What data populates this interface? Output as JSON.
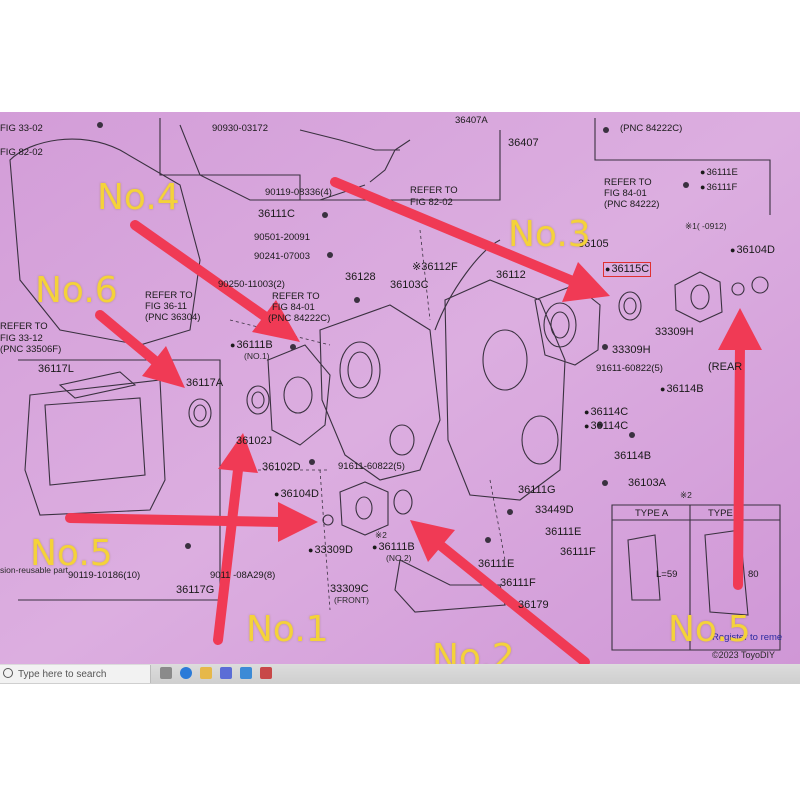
{
  "callouts": [
    "No.4",
    "No.3",
    "No.6",
    "No.5",
    "No.1",
    "No.2",
    "No.5"
  ],
  "part_labels": {
    "p90930": "90930-03172",
    "p36407a": "36407A",
    "p36407": "36407",
    "p90119_08336": "90119-08336(4)",
    "p36111c": "36111C",
    "p90501": "90501-20091",
    "p90241": "90241-07003",
    "p36128": "36128",
    "p36112f": "※36112F",
    "p36112": "36112",
    "p36105": "36105",
    "p36115c": "36115C",
    "p36104d_r": "36104D",
    "p36111e_tr": "36111E",
    "p36111f_tr": "36111F",
    "p90250": "90250-11003(2)",
    "p36103c": "36103C",
    "p36111b_1": "36111B",
    "no1": "(NO.1)",
    "p36117l": "36117L",
    "p36117a": "36117A",
    "p36102j": "36102J",
    "p36102d": "36102D",
    "p91611_a": "91611-60822(5)",
    "p91611_b": "91611-60822(5)",
    "p36114b_1": "36114B",
    "p36114c_1": "36114C",
    "p36114c_2": "36114C",
    "p36114b_2": "36114B",
    "p33309h_1": "33309H",
    "p33309h_2": "33309H",
    "p36104d_l": "36104D",
    "p33309d": "33309D",
    "p33309c": "33309C",
    "front": "(FRONT)",
    "p36111b_2": "36111B",
    "no2": "(NO.2)",
    "mark2_a": "※2",
    "p36111g": "36111G",
    "p33449d": "33449D",
    "p36111e_b": "36111E",
    "p36111f_b1": "36111F",
    "p36111f_b2": "36111F",
    "p36111e_b2": "36111E",
    "p36179": "36179",
    "p36103a": "36103A",
    "p90119_10186": "90119-10186(10)",
    "p36117g": "36117G",
    "p08a29": "9011 -08A29(8)",
    "mark1": "※1(   -0912)",
    "mark2_b": "※2",
    "type_a": "TYPE A",
    "type_b": "TYPE",
    "l59": "L=59",
    "l80": "80",
    "rear": "(REAR",
    "ref_fig33_02": "FIG 33-02",
    "ref_fig82_02_l": "FIG 82-02",
    "ref_refer_to_1": "REFER TO",
    "ref_fig82_02_c": "FIG 82-02",
    "ref_refer_to_2": "REFER TO",
    "ref_fig84_01": "FIG 84-01",
    "ref_pnc84222c": "(PNC 84222C)",
    "ref_refer_to_3": "REFER TO",
    "ref_fig36_11": "FIG 36-11",
    "ref_pnc36304": "(PNC 36304)",
    "ref_refer_to_4": "REFER TO",
    "ref_fig33_12": "FIG 33-12",
    "ref_pnc33506f": "(PNC 33506F)",
    "ref_refer_to_5": "REFER TO",
    "ref_fig84_01_r": "FIG 84-01",
    "ref_pnc84222": "(PNC 84222)",
    "ref_pnc84222c_top": "(PNC 84222C)",
    "nonreusable": "sion-reusable part",
    "register": "Register to reme",
    "copyright": "©2023 ToyoDIY"
  },
  "taskbar": {
    "search_placeholder": "Type here to search"
  },
  "colors": {
    "background_tint": "#d6a2dc",
    "arrow": "#f03a55",
    "callout_text": "#f4d23a",
    "taskbar": "#d3d3d3"
  }
}
